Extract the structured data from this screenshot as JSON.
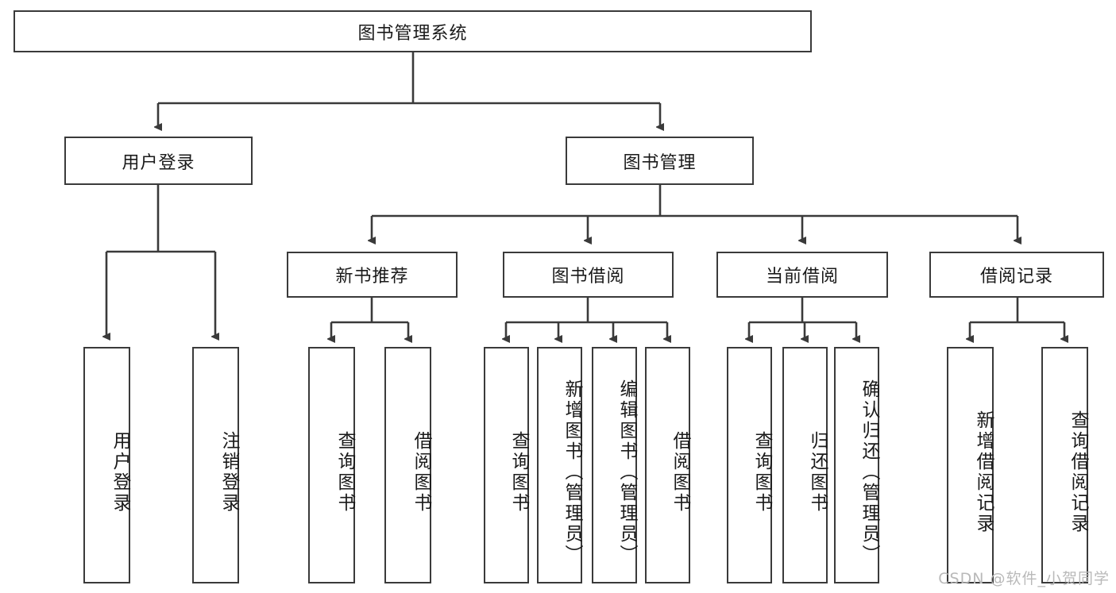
{
  "diagram": {
    "title_box": {
      "label": "图书管理系统"
    },
    "level2": [
      {
        "id": "user-login",
        "label": "用户登录"
      },
      {
        "id": "book-management",
        "label": "图书管理"
      }
    ],
    "level3": [
      {
        "id": "new-book-recommend",
        "label": "新书推荐"
      },
      {
        "id": "book-borrow",
        "label": "图书借阅"
      },
      {
        "id": "current-borrow",
        "label": "当前借阅"
      },
      {
        "id": "borrow-record",
        "label": "借阅记录"
      }
    ],
    "leaves": {
      "user_login": [
        {
          "id": "leaf-user-login",
          "label": "用户登录"
        },
        {
          "id": "leaf-logout-login",
          "label": "注销登录"
        }
      ],
      "new_book_recommend": [
        {
          "id": "leaf-query-book-1",
          "label": "查询图书"
        },
        {
          "id": "leaf-borrow-book-1",
          "label": "借阅图书"
        }
      ],
      "book_borrow": [
        {
          "id": "leaf-query-book-2",
          "label": "查询图书"
        },
        {
          "id": "leaf-add-book",
          "label": "新增图书（管理员）"
        },
        {
          "id": "leaf-edit-book",
          "label": "编辑图书（管理员）"
        },
        {
          "id": "leaf-borrow-book-2",
          "label": "借阅图书"
        }
      ],
      "current_borrow": [
        {
          "id": "leaf-query-book-3",
          "label": "查询图书"
        },
        {
          "id": "leaf-return-book",
          "label": "归还图书"
        },
        {
          "id": "leaf-confirm-return",
          "label": "确认归还（管理员）"
        }
      ],
      "borrow_record": [
        {
          "id": "leaf-add-borrow-record",
          "label": "新增借阅记录"
        },
        {
          "id": "leaf-query-borrow-record",
          "label": "查询借阅记录"
        }
      ]
    }
  },
  "watermark": {
    "text": "CSDN @软件_小贺同学"
  },
  "colors": {
    "border": "#3a3a3a",
    "background": "#ffffff",
    "text": "#1a1a1a",
    "watermark": "#b9b9b9"
  }
}
